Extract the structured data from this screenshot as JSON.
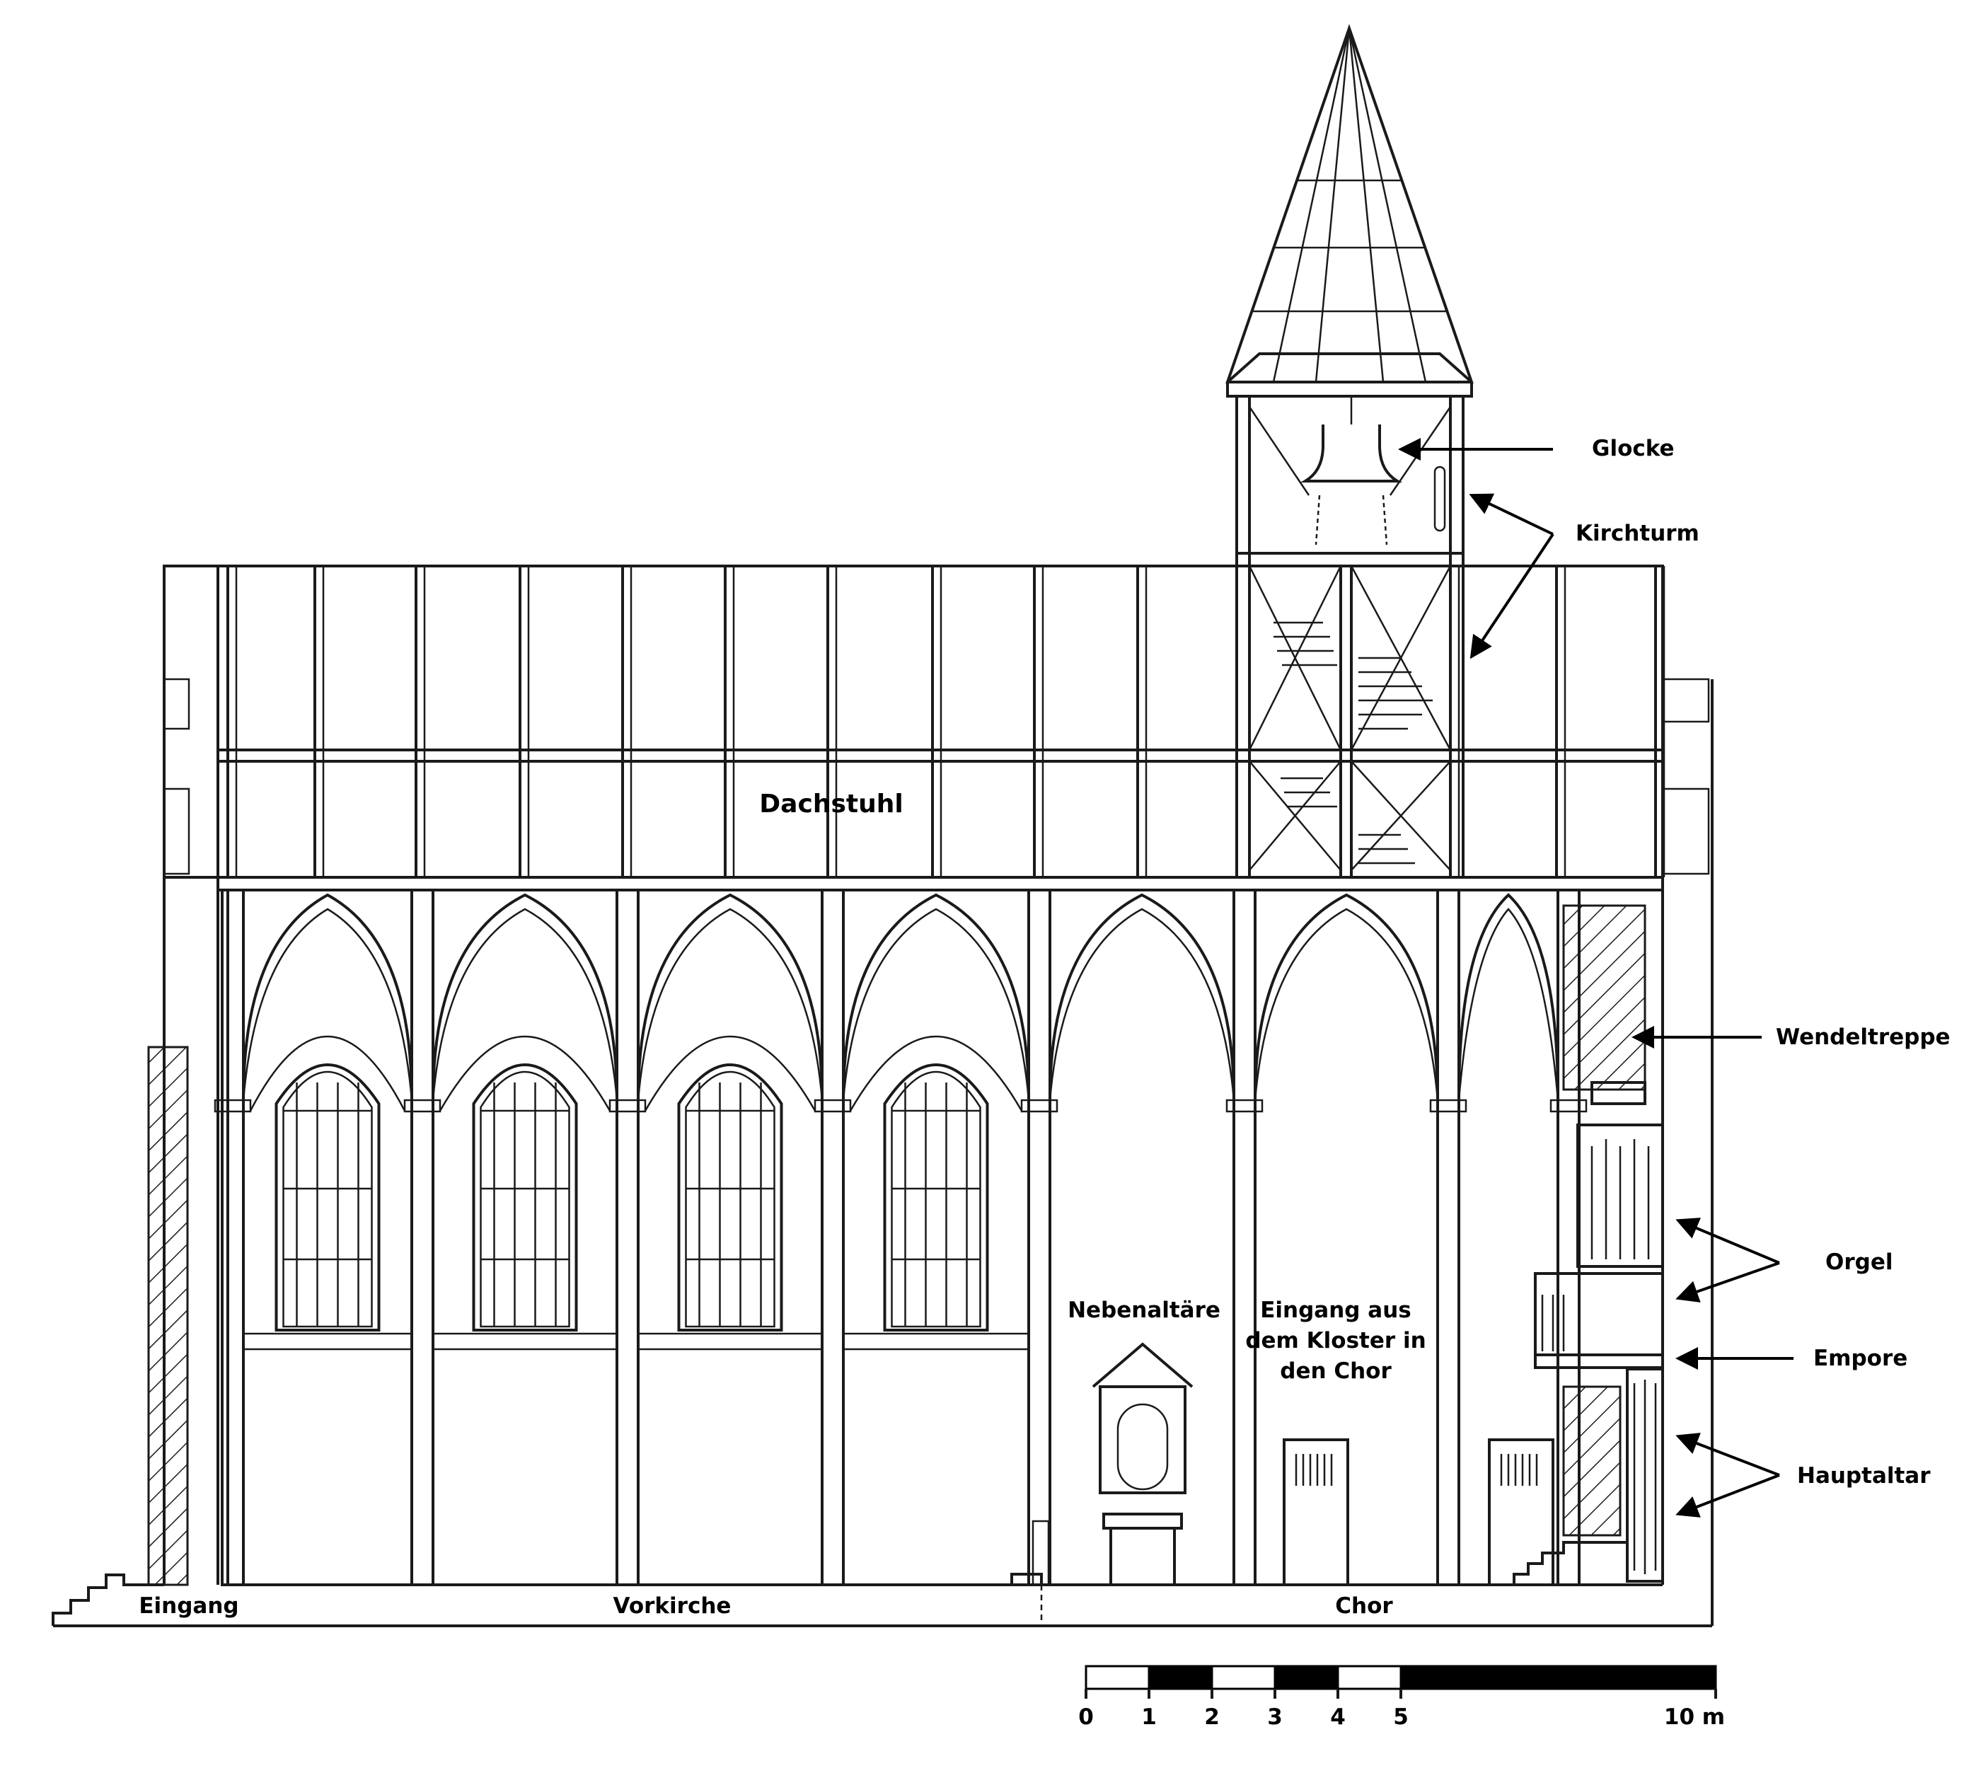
{
  "title_label": "Dachstuhl",
  "annotations": {
    "glocke": "Glocke",
    "kirchturm": "Kirchturm",
    "wendeltreppe": "Wendeltreppe",
    "orgel": "Orgel",
    "empore": "Empore",
    "hauptaltar": "Hauptaltar",
    "nebenaltaere": "Nebenaltäre",
    "kloster_line1": "Eingang aus",
    "kloster_line2": "dem Kloster in",
    "kloster_line3": "den Chor"
  },
  "zones": {
    "eingang": "Eingang",
    "vorkirche": "Vorkirche",
    "chor": "Chor"
  },
  "scale": {
    "ticks": [
      "0",
      "1",
      "2",
      "3",
      "4",
      "5",
      "10 m"
    ],
    "units": [
      0,
      1,
      2,
      3,
      4,
      5,
      10
    ]
  }
}
